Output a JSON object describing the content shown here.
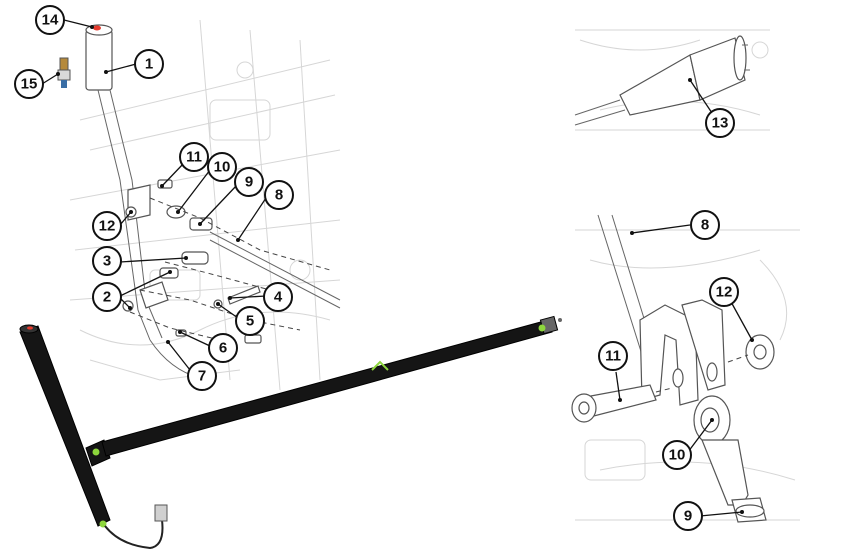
{
  "callouts": {
    "c1": "1",
    "c2": "2",
    "c3": "3",
    "c4": "4",
    "c5": "5",
    "c6": "6",
    "c7": "7",
    "c8": "8",
    "c9": "9",
    "c10": "10",
    "c11": "11",
    "c12": "12",
    "c13": "13",
    "c14": "14",
    "c15": "15",
    "d8": "8",
    "d9": "9",
    "d10": "10",
    "d11": "11",
    "d12": "12"
  },
  "colors": {
    "rod_body": "#151515",
    "end_cap_accent": "#e63b2e",
    "fitting_accent": "#8dd63c",
    "leader_line": "#111111"
  }
}
